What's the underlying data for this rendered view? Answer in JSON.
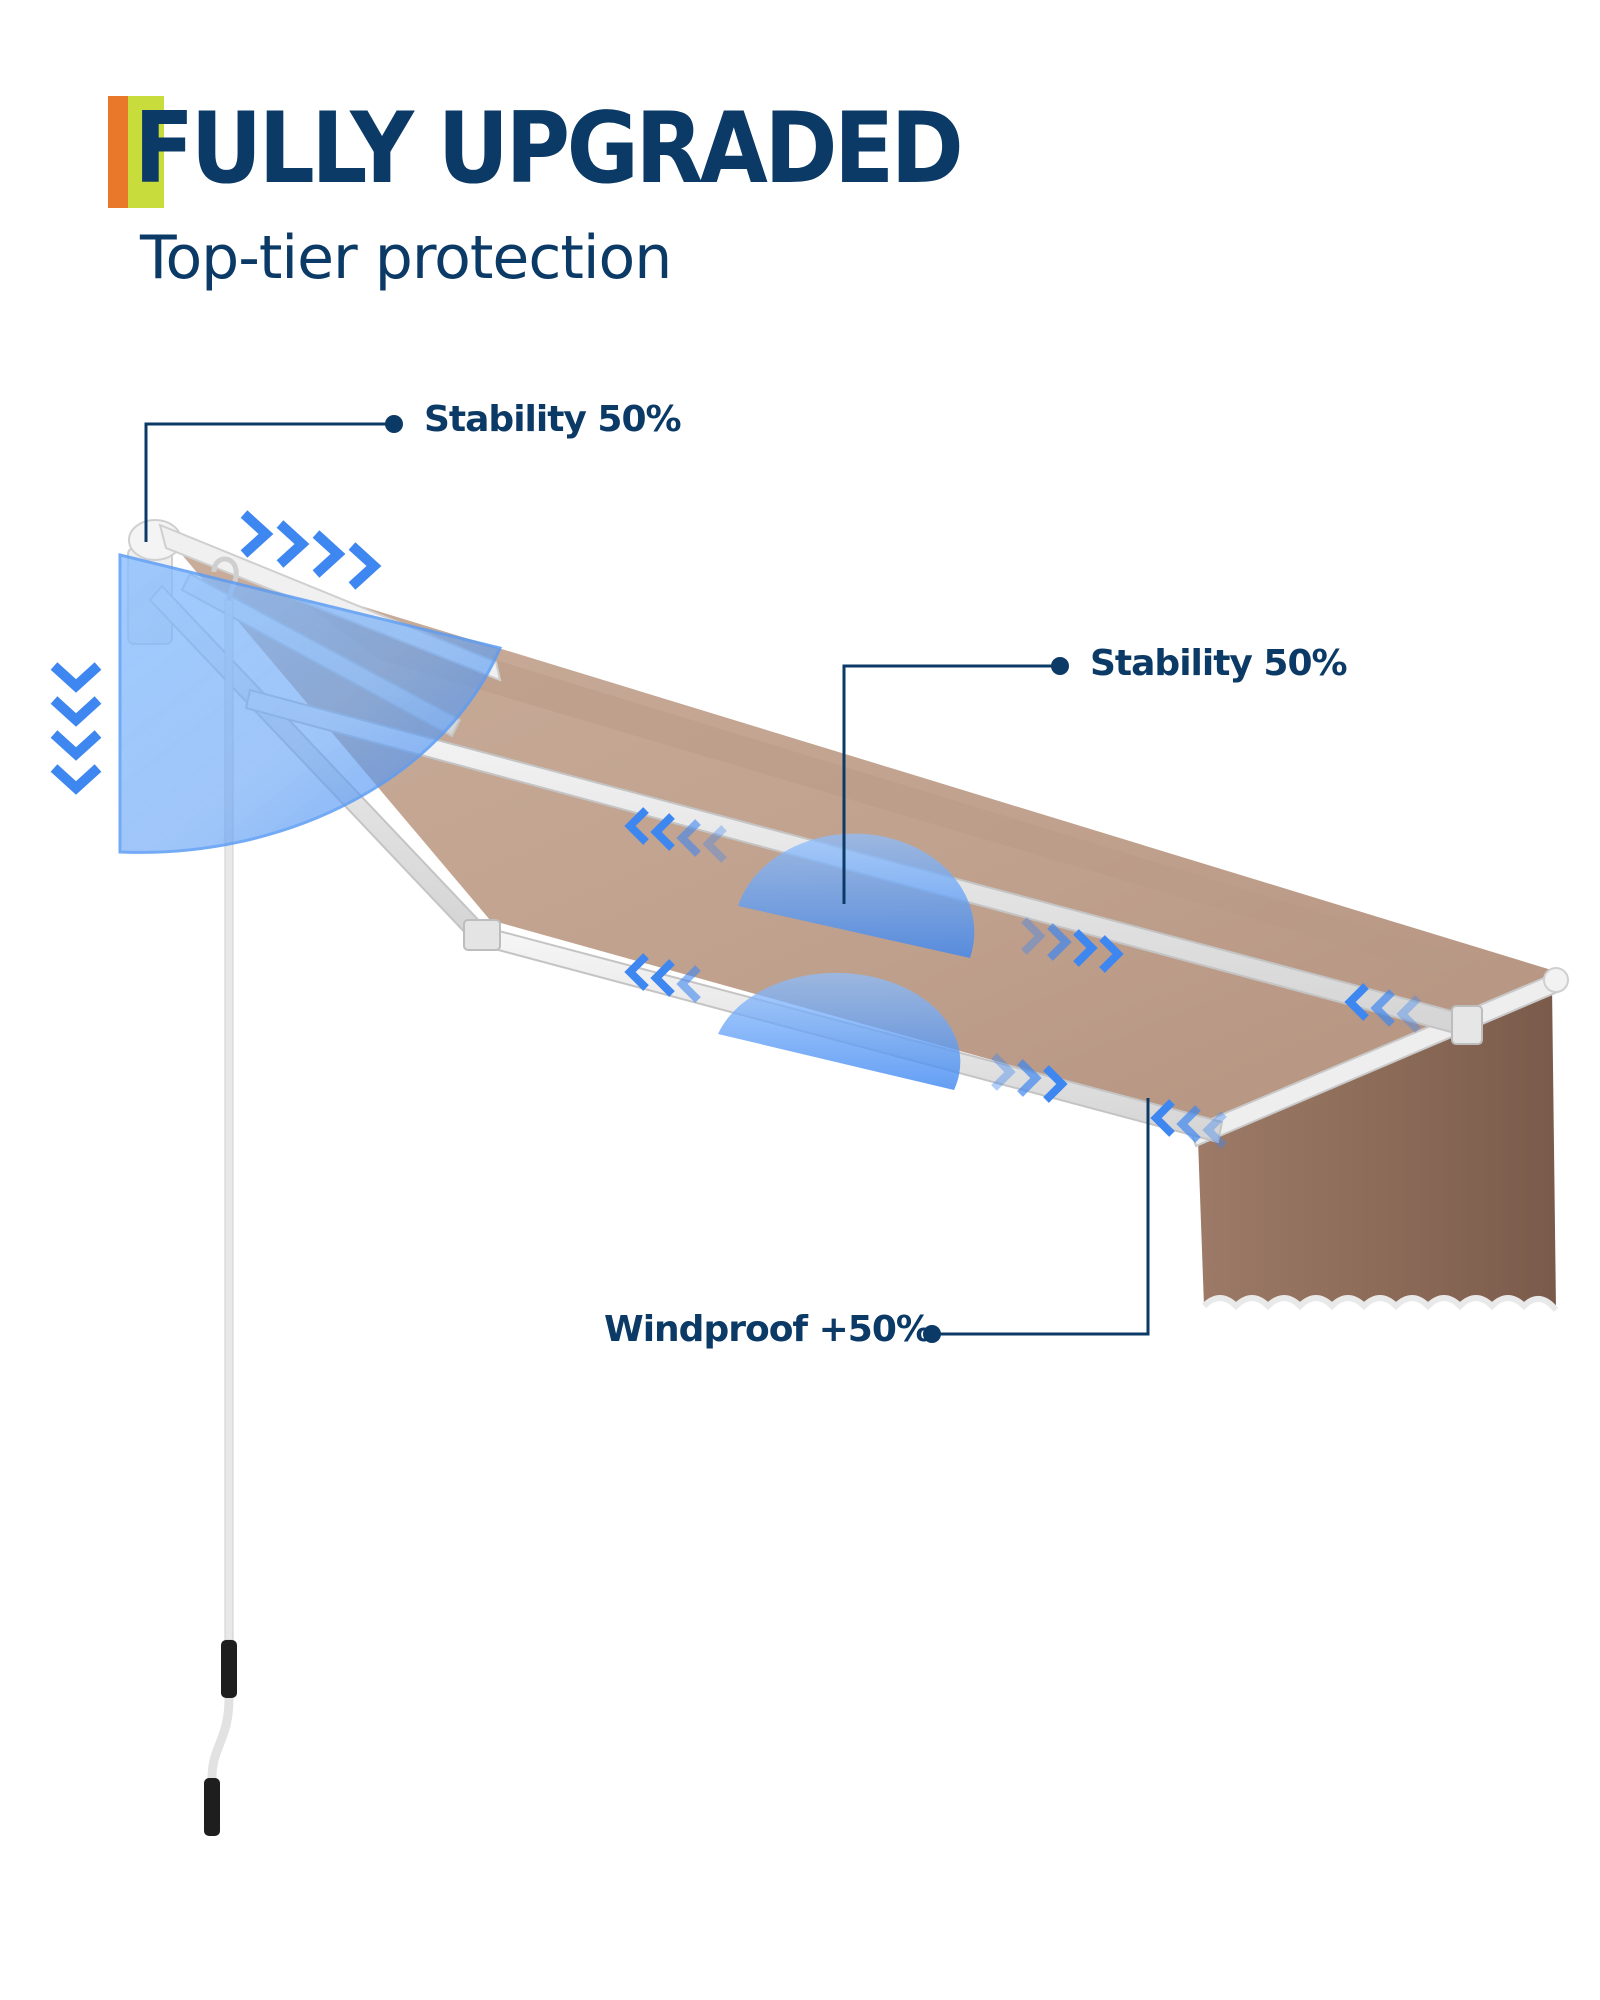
{
  "header": {
    "title": "FULLY UPGRADED",
    "subtitle": "Top-tier protection"
  },
  "callouts": [
    {
      "label": "Stability 50%"
    },
    {
      "label": "Stability 50%"
    },
    {
      "label": "Windproof +50%"
    }
  ],
  "colors": {
    "title": "#0c3a66",
    "accent_orange": "#e9782a",
    "accent_lime": "#c8dc3c",
    "canopy": "#c2a592",
    "canopy_dark": "#92715f",
    "frame": "#e6e6e6",
    "highlight_blue": "#3f87f0"
  }
}
